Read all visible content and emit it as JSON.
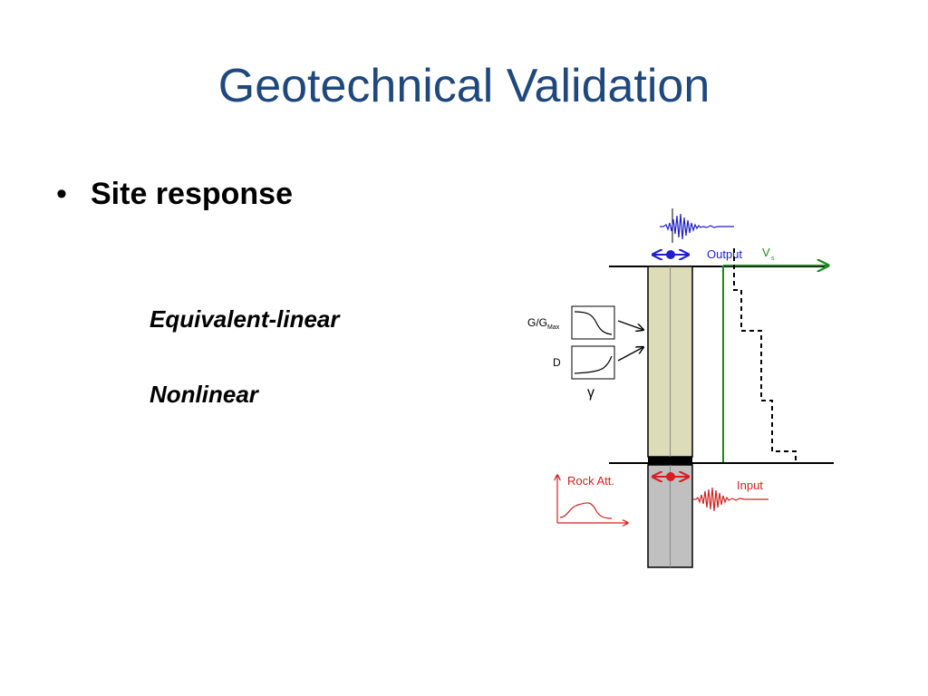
{
  "slide": {
    "title": "Geotechnical Validation",
    "bullet": "•",
    "bullet_text": "Site response",
    "methods": [
      "Equivalent-linear",
      "Nonlinear"
    ]
  },
  "diagram": {
    "labels": {
      "output": "Output",
      "vs": "V",
      "vs_sub": "s",
      "g_gmax": "G/G",
      "g_gmax_sub": "Max",
      "damping": "D",
      "gamma": "γ",
      "rock_att": "Rock Att.",
      "input": "Input"
    },
    "colors": {
      "title": "#1f497d",
      "output": "#1f1fcc",
      "input": "#d42020",
      "vs": "#1a8a1a",
      "soil": "#dcdcb8",
      "rock": "#c0c0c0"
    }
  }
}
